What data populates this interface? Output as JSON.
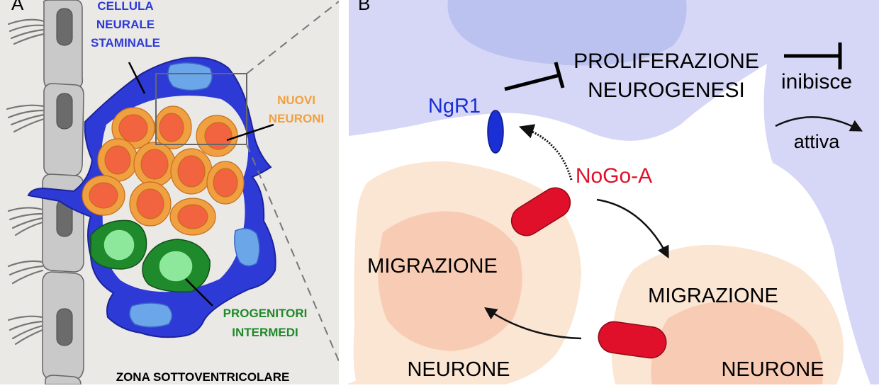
{
  "panel_a": {
    "letter": "A",
    "neural_stem_cell": [
      "CELLULA",
      "NEURALE",
      "STAMINALE"
    ],
    "new_neurons": [
      "NUOVI",
      "NEURONI"
    ],
    "intermediate_progenitors": [
      "PROGENITORI",
      "INTERMEDI"
    ],
    "zone": "ZONA SOTTOVENTRICOLARE"
  },
  "panel_b": {
    "letter": "B",
    "effects": [
      "PROLIFERAZIONE",
      "NEUROGENESI"
    ],
    "receptor": "NgR1",
    "ligand": "NoGo-A",
    "migration_left": "MIGRAZIONE",
    "migration_right": "MIGRAZIONE",
    "neuron_left": "NEURONE",
    "neuron_right": "NEURONE"
  },
  "legend": {
    "inhibits": "inibisce",
    "activates": "attiva"
  },
  "colors": {
    "stem_cell": "#2d3ad6",
    "new_neuron_outer": "#f0a040",
    "new_neuron_inner": "#f26340",
    "progenitor_outer": "#1f8a2c",
    "progenitor_inner": "#8ee89c",
    "receptor": "#1a2fd4",
    "ligand": "#e0102a",
    "stem_cell_region": "#d6d6f7",
    "neuron_region": "#fbe5d3"
  }
}
